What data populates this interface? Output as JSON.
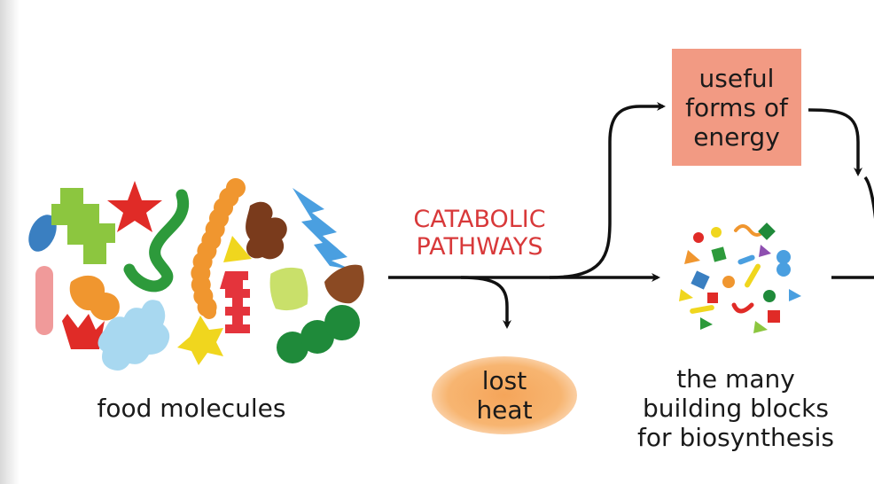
{
  "colors": {
    "arrow": "#111111",
    "catabolic_text": "#d8393a",
    "energy_box": "#f29a83",
    "heat_glow_center": "#f5a55a",
    "heat_glow_edge": "#fde5cf",
    "food_palette": [
      "#3a7fc1",
      "#8cc63f",
      "#e02b27",
      "#2d9a3b",
      "#f0962f",
      "#7a3b1c",
      "#4a9fe0",
      "#f0d61e",
      "#e4343c",
      "#a8d8f0",
      "#f09a9a",
      "#c9e06a",
      "#1f8a3a"
    ]
  },
  "food": {
    "label": "food molecules",
    "icon": "food-molecule-shapes"
  },
  "pathway": {
    "label": "CATABOLIC\nPATHWAYS"
  },
  "energy": {
    "label": "useful\nforms of\nenergy"
  },
  "heat": {
    "label": "lost\nheat"
  },
  "building_blocks": {
    "label": "the many\nbuilding blocks\nfor biosynthesis",
    "icon": "building-block-shapes"
  }
}
